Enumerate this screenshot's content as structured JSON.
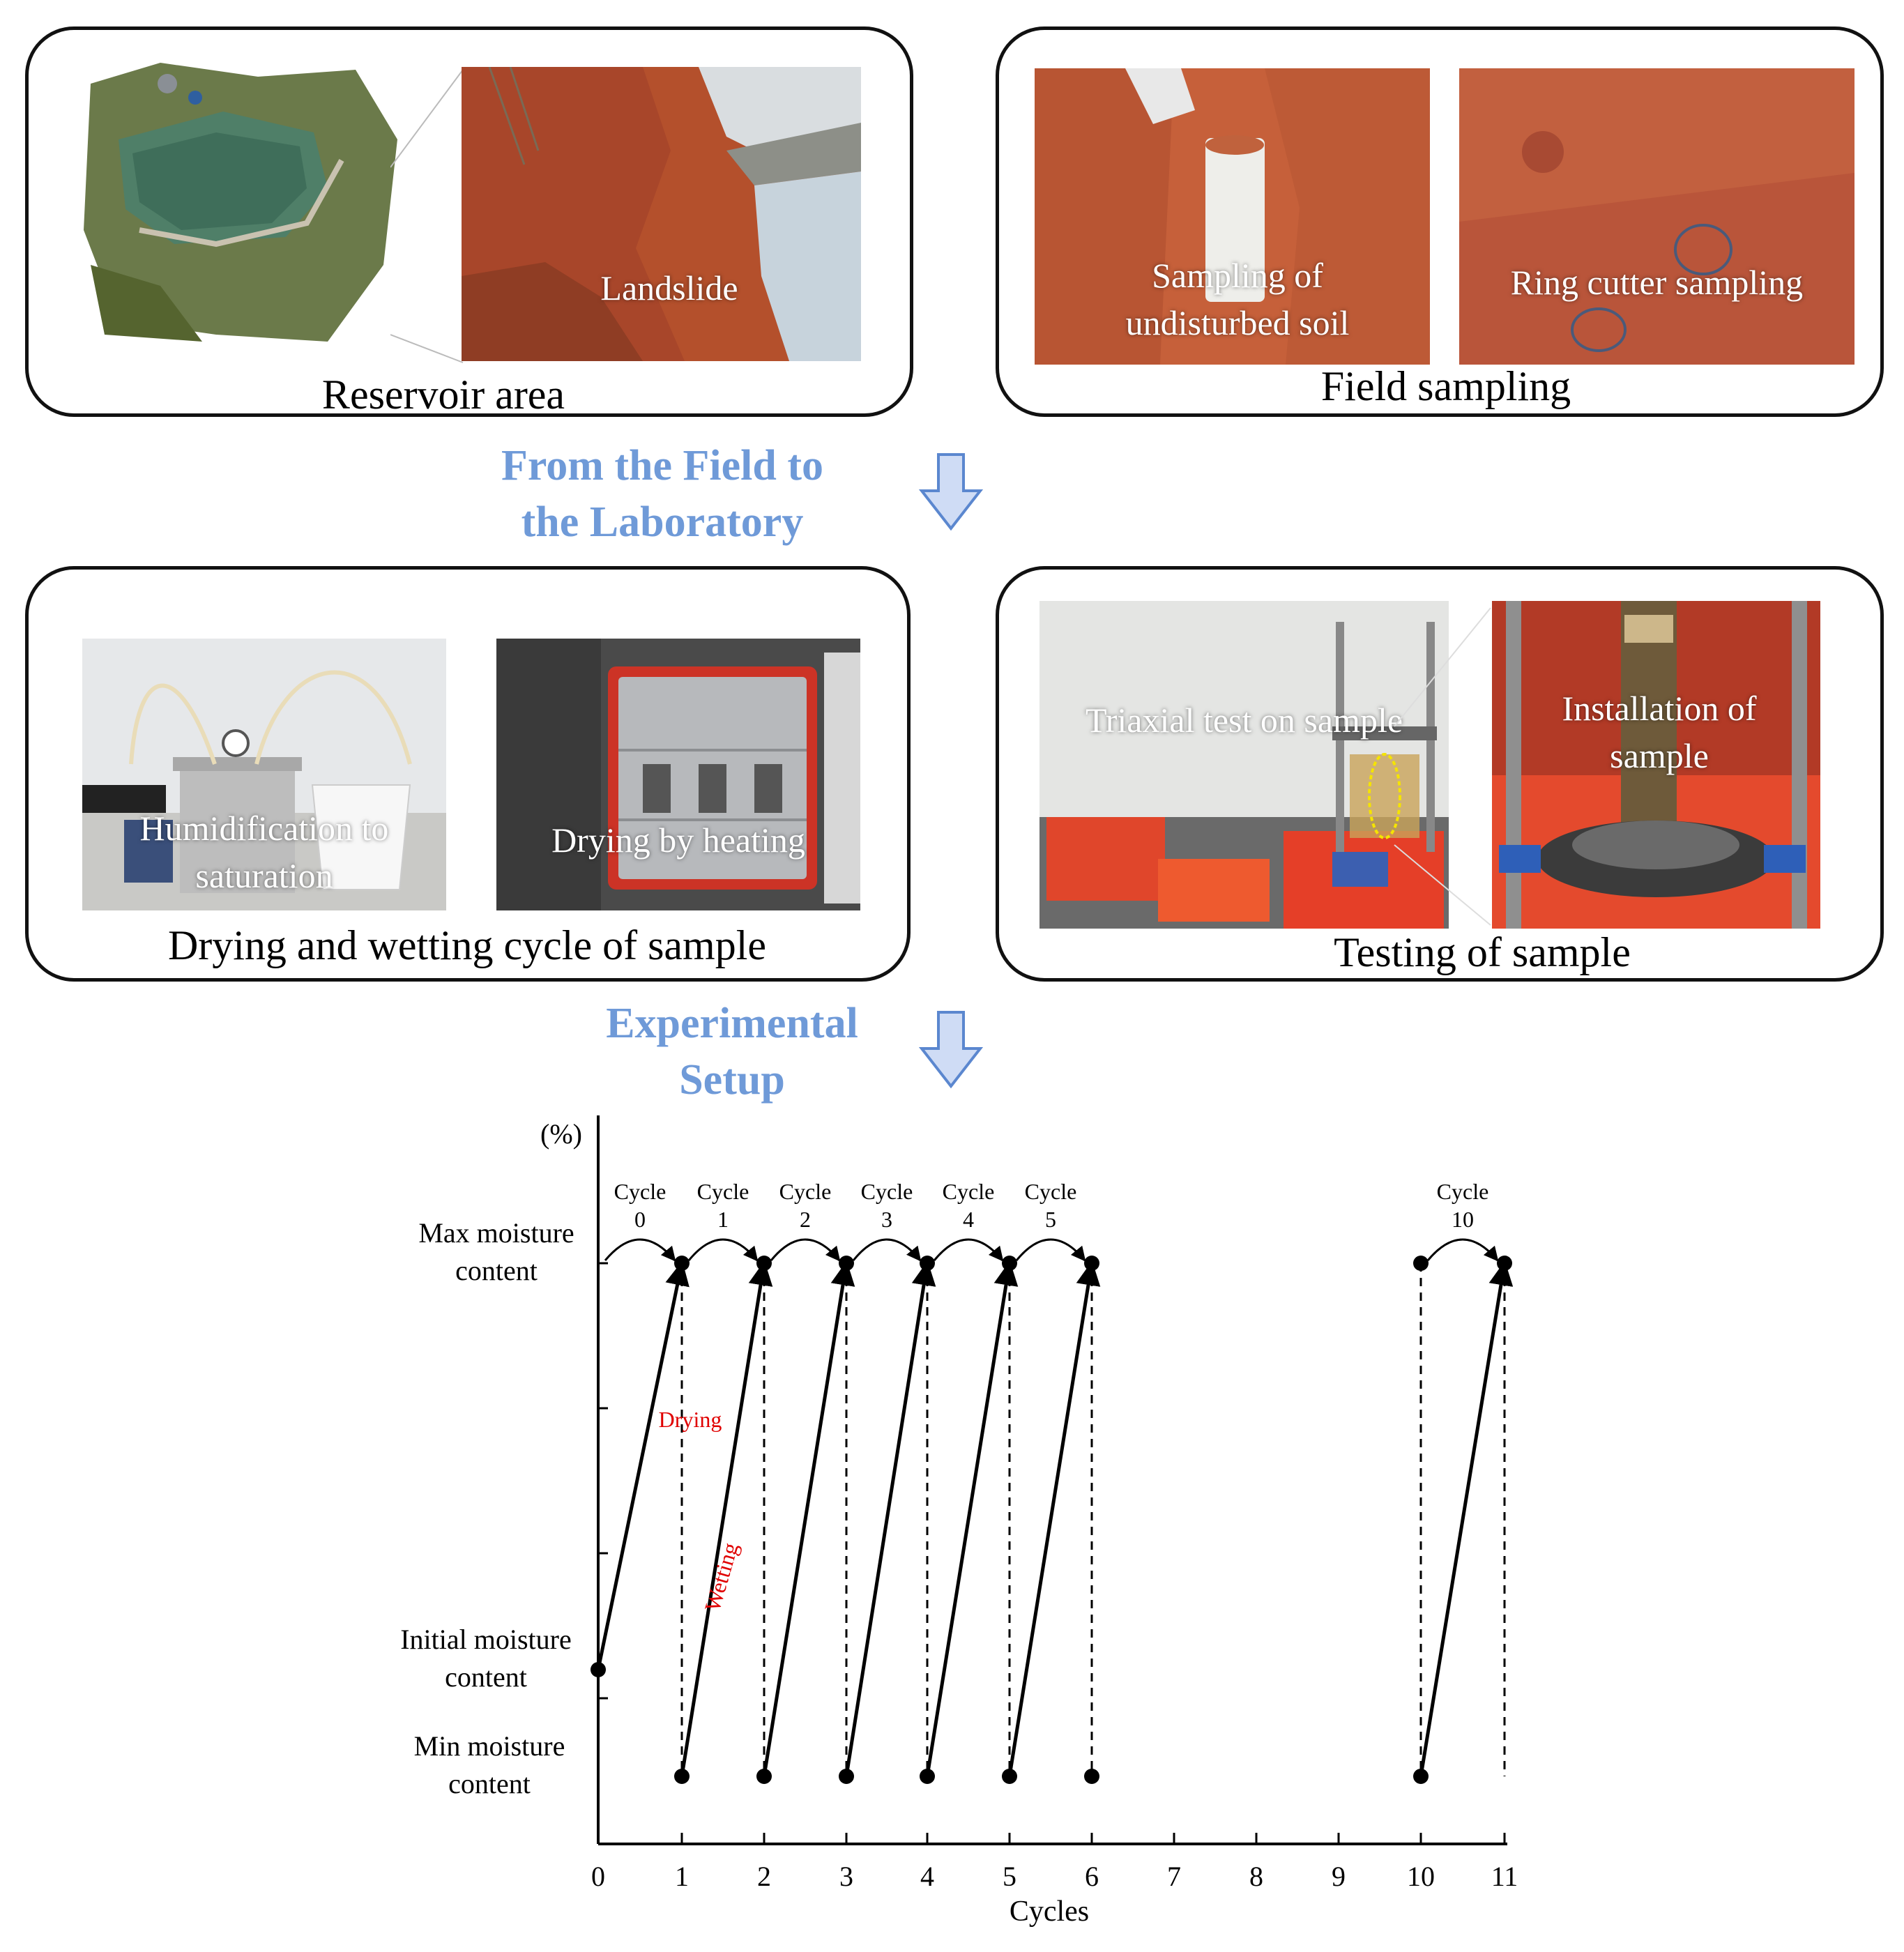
{
  "panels": {
    "reservoir": {
      "caption": "Reservoir area",
      "label_landslide": "Landslide"
    },
    "field": {
      "caption": "Field sampling",
      "label_undisturbed": "Sampling of\nundisturbed soil",
      "label_ring": "Ring cutter sampling"
    },
    "drying": {
      "caption": "Drying and wetting cycle of sample",
      "label_humid": "Humidification to\nsaturation",
      "label_heat": "Drying by heating"
    },
    "testing": {
      "caption": "Testing of sample",
      "label_triaxial": "Triaxial test on sample",
      "label_install": "Installation of\nsample"
    }
  },
  "flow": {
    "step1": "From the Field to\nthe Laboratory",
    "step2": "Experimental\nSetup",
    "arrow_color": "#6f9ad8"
  },
  "chart_data": {
    "type": "line",
    "xlabel": "Cycles",
    "ylabel": "(%)",
    "x_ticks": [
      0,
      1,
      2,
      3,
      4,
      5,
      6,
      7,
      8,
      9,
      10,
      11
    ],
    "y_levels": [
      {
        "label": "Max moisture\ncontent",
        "level": "max"
      },
      {
        "label": "Initial moisture\ncontent",
        "level": "initial"
      },
      {
        "label": "Min moisture\ncontent",
        "level": "min"
      }
    ],
    "cycle_labels": [
      {
        "name": "Cycle",
        "num": "0",
        "x_from": 0,
        "x_to": 1
      },
      {
        "name": "Cycle",
        "num": "1",
        "x_from": 1,
        "x_to": 2
      },
      {
        "name": "Cycle",
        "num": "2",
        "x_from": 2,
        "x_to": 3
      },
      {
        "name": "Cycle",
        "num": "3",
        "x_from": 3,
        "x_to": 4
      },
      {
        "name": "Cycle",
        "num": "4",
        "x_from": 4,
        "x_to": 5
      },
      {
        "name": "Cycle",
        "num": "5",
        "x_from": 5,
        "x_to": 6
      },
      {
        "name": "Cycle",
        "num": "10",
        "x_from": 10,
        "x_to": 11
      }
    ],
    "segments": [
      {
        "from": [
          0,
          "initial"
        ],
        "to": [
          1,
          "max"
        ],
        "style": "solid"
      },
      {
        "from": [
          1,
          "max"
        ],
        "to": [
          1,
          "min"
        ],
        "style": "dashed"
      },
      {
        "from": [
          1,
          "min"
        ],
        "to": [
          2,
          "max"
        ],
        "style": "solid"
      },
      {
        "from": [
          2,
          "max"
        ],
        "to": [
          2,
          "min"
        ],
        "style": "dashed"
      },
      {
        "from": [
          2,
          "min"
        ],
        "to": [
          3,
          "max"
        ],
        "style": "solid"
      },
      {
        "from": [
          3,
          "max"
        ],
        "to": [
          3,
          "min"
        ],
        "style": "dashed"
      },
      {
        "from": [
          3,
          "min"
        ],
        "to": [
          4,
          "max"
        ],
        "style": "solid"
      },
      {
        "from": [
          4,
          "max"
        ],
        "to": [
          4,
          "min"
        ],
        "style": "dashed"
      },
      {
        "from": [
          4,
          "min"
        ],
        "to": [
          5,
          "max"
        ],
        "style": "solid"
      },
      {
        "from": [
          5,
          "max"
        ],
        "to": [
          5,
          "min"
        ],
        "style": "dashed"
      },
      {
        "from": [
          5,
          "min"
        ],
        "to": [
          6,
          "max"
        ],
        "style": "solid"
      },
      {
        "from": [
          6,
          "max"
        ],
        "to": [
          6,
          "min"
        ],
        "style": "dashed"
      },
      {
        "from": [
          10,
          "max"
        ],
        "to": [
          10,
          "min"
        ],
        "style": "dashed"
      },
      {
        "from": [
          10,
          "min"
        ],
        "to": [
          11,
          "max"
        ],
        "style": "solid"
      },
      {
        "from": [
          11,
          "max"
        ],
        "to": [
          11,
          "min"
        ],
        "style": "dashed"
      }
    ],
    "points": [
      [
        0,
        "initial"
      ],
      [
        1,
        "max"
      ],
      [
        1,
        "min"
      ],
      [
        2,
        "max"
      ],
      [
        2,
        "min"
      ],
      [
        3,
        "max"
      ],
      [
        3,
        "min"
      ],
      [
        4,
        "max"
      ],
      [
        4,
        "min"
      ],
      [
        5,
        "max"
      ],
      [
        5,
        "min"
      ],
      [
        6,
        "max"
      ],
      [
        6,
        "min"
      ],
      [
        10,
        "max"
      ],
      [
        10,
        "min"
      ],
      [
        11,
        "max"
      ]
    ],
    "annotations": [
      {
        "text": "Drying",
        "color": "#e00000"
      },
      {
        "text": "Wetting",
        "color": "#e00000"
      }
    ]
  }
}
